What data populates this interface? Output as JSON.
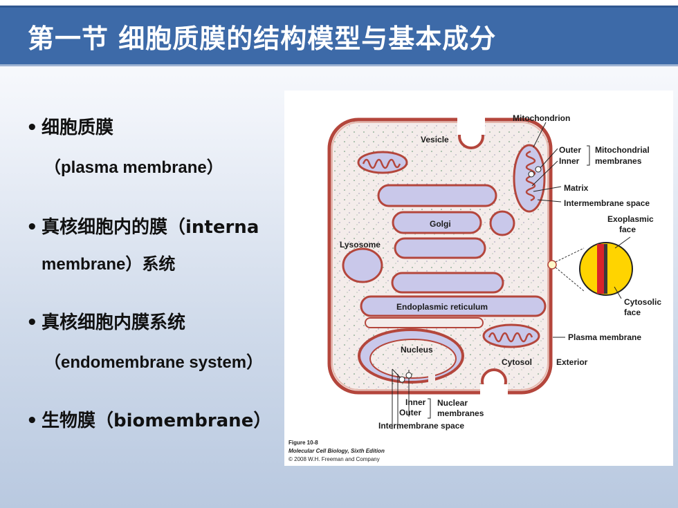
{
  "slide": {
    "title": "第一节  细胞质膜的结构模型与基本成分"
  },
  "bullets": [
    {
      "main": "细胞质膜",
      "sub": "（plasma membrane）"
    },
    {
      "main": "真核细胞内的膜（interna",
      "sub": "membrane）系统"
    },
    {
      "main": "真核细胞内膜系统",
      "sub": "（endomembrane system）"
    },
    {
      "main": "生物膜（biomembrane）",
      "sub": ""
    }
  ],
  "figure": {
    "labels": {
      "mitochondrion": "Mitochondrion",
      "vesicle": "Vesicle",
      "outer": "Outer",
      "inner": "Inner",
      "mito_membranes_1": "Mitochondrial",
      "mito_membranes_2": "membranes",
      "matrix": "Matrix",
      "intermembrane_space": "Intermembrane space",
      "golgi": "Golgi",
      "exoplasmic_1": "Exoplasmic",
      "exoplasmic_2": "face",
      "lysosome": "Lysosome",
      "er": "Endoplasmic reticulum",
      "cytosolic_1": "Cytosolic",
      "cytosolic_2": "face",
      "plasma_membrane": "Plasma membrane",
      "nucleus": "Nucleus",
      "cytosol": "Cytosol",
      "exterior": "Exterior",
      "nuc_inner": "Inner",
      "nuc_outer": "Outer",
      "nuclear_1": "Nuclear",
      "nuclear_2": "membranes",
      "nuc_intermembrane": "Intermembrane space"
    },
    "caption": {
      "fig": "Figure 10-8",
      "book": "Molecular Cell Biology, Sixth Edition",
      "copy": "© 2008 W.H. Freeman and Company"
    },
    "colors": {
      "membrane": "#b4463c",
      "organelle_fill": "#c9c8ea",
      "cytosol": "#f3e9e7",
      "yellow": "#ffd400",
      "red": "#d9242a"
    }
  }
}
